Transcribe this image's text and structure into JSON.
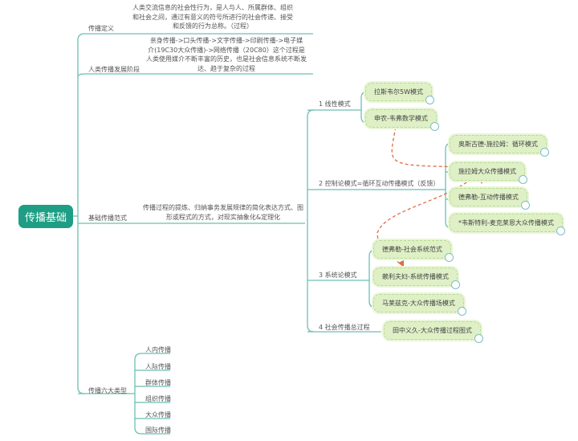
{
  "root": "传播基础",
  "branches": {
    "definition": {
      "label": "传播定义",
      "desc": [
        "人类交流信息的社会性行为，是人与人、所属群体、组织",
        "和社会之间，通过有意义的符号所进行的社会传递、接受",
        "和反馈的行为总称。（过程）"
      ]
    },
    "stages": {
      "label": "人类传播发展阶段",
      "desc": [
        "亲身传播->口头传播->文字传播->印刷传播->电子媒",
        "介(19C30大众传播)->网络传播（20C80）这个过程是",
        "人类使用媒介不断丰富的历史，也是社会信息系统不断发",
        "达、趋于复杂的过程"
      ]
    },
    "paradigm": {
      "label": "基础传播范式",
      "desc": [
        "传播过程的提炼、归纳事务发展规律的简化表达方式、图",
        "形或程式的方式，对现实抽象化&定理化"
      ],
      "models": [
        {
          "label": "1 线性模式",
          "items": [
            "拉斯韦尔5W模式",
            "申农-韦弗数学模式"
          ]
        },
        {
          "label": "2 控制论模式=循环互动传播模式（反馈）",
          "items": [
            "奥斯古德-施拉姆：循环模式",
            "施拉姆大众传播模式",
            "德弗勒-互动传播模式",
            "*韦斯特利-麦克莱恩大众传播模式"
          ]
        },
        {
          "label": "3 系统论模式",
          "items": [
            "德弗勒-社会系统范式",
            "赖利夫妇-系统传播模式",
            "马莱兹克-大众传播场模式"
          ]
        },
        {
          "label": "4 社会传播总过程",
          "items": [
            "田中义久-大众传播过程图式"
          ]
        }
      ]
    },
    "types": {
      "label": "传播六大类型",
      "items": [
        "人内传播",
        "人际传播",
        "群体传播",
        "组织传播",
        "大众传播",
        "国际传播"
      ]
    }
  },
  "colors": {
    "root": "#1e9e84",
    "line": "#6cbfb2",
    "box": "#dff0c6",
    "arrow": "#e06a4a"
  }
}
